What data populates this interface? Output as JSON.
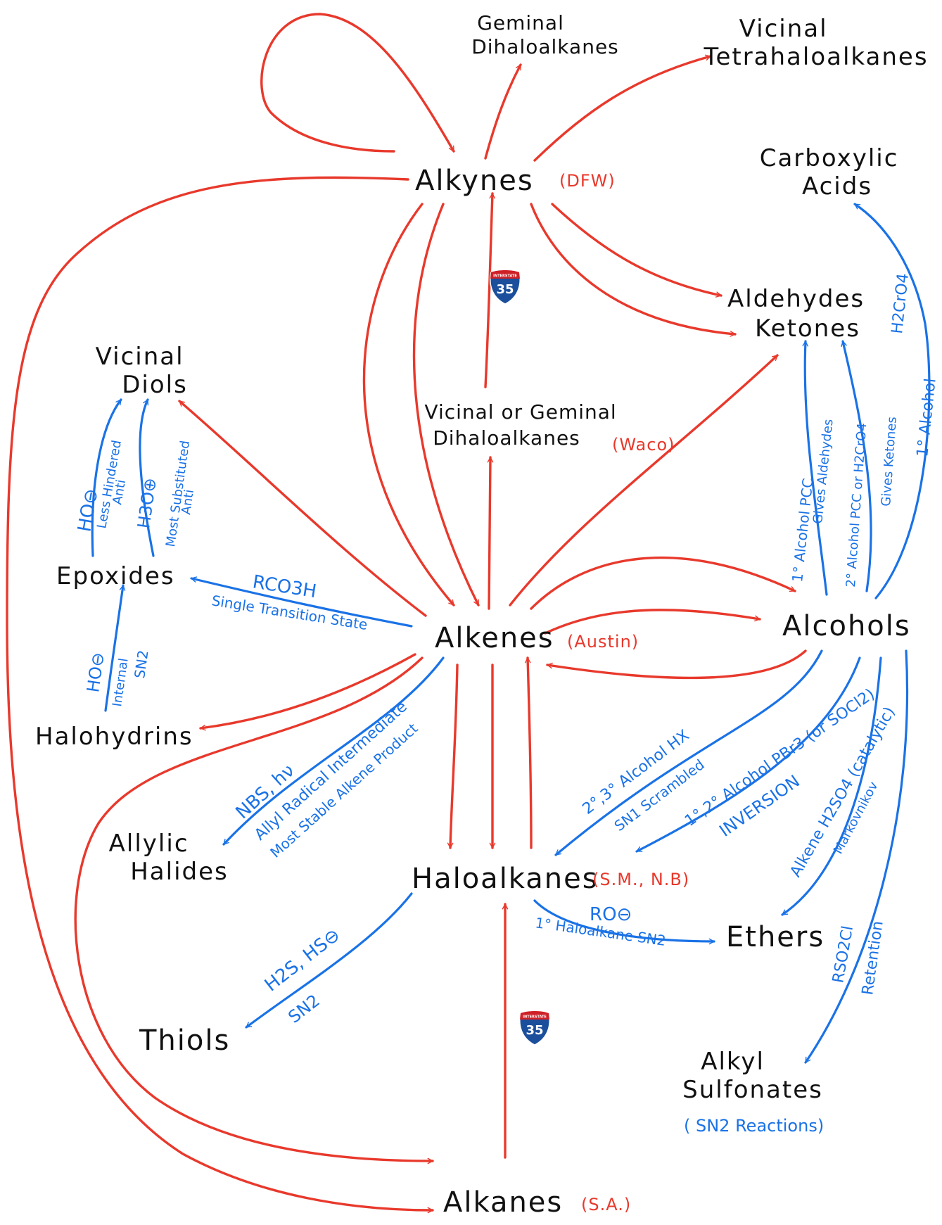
{
  "colors": {
    "ink": "#111111",
    "red": "#e8392c",
    "blue": "#1a72e6",
    "shield_blue": "#1b4f9c",
    "shield_red": "#cf2027"
  },
  "nodes": {
    "geminal_dihaloalkanes": [
      "Geminal",
      "Dihaloalkanes"
    ],
    "vicinal_tetrahaloalkanes": [
      "Vicinal",
      "Tetrahaloalkanes"
    ],
    "alkynes": "Alkynes",
    "carboxylic_acids": [
      "Carboxylic",
      "Acids"
    ],
    "aldehydes_ketones": [
      "Aldehydes",
      "Ketones"
    ],
    "vicinal_diols": [
      "Vicinal",
      "Diols"
    ],
    "vicinal_geminal_dihaloalkanes": [
      "Vicinal or Geminal",
      "Dihaloalkanes"
    ],
    "epoxides": "Epoxides",
    "alkenes": "Alkenes",
    "alcohols": "Alcohols",
    "halohydrins": "Halohydrins",
    "allylic_halides": [
      "Allylic",
      "Halides"
    ],
    "haloalkanes": "Haloalkanes",
    "ethers": "Ethers",
    "thiols": "Thiols",
    "alkyl_sulfonates": [
      "Alkyl",
      "Sulfonates"
    ],
    "sn2_note": "( SN2 Reactions)",
    "alkanes": "Alkanes"
  },
  "cities": {
    "alkynes": "(DFW)",
    "dihalo": "(Waco)",
    "alkenes": "(Austin)",
    "haloalkanes": "(S.M., N.B)",
    "alkanes": "(S.A.)"
  },
  "shields": {
    "top": "INTERSTATE",
    "number": "35"
  },
  "reagents": {
    "epox_to_diol_left": {
      "reagent": "HO⊖",
      "note": [
        "Less Hindered",
        "Anti"
      ]
    },
    "epox_to_diol_right": {
      "reagent": "H3O⊕",
      "note": [
        "Most Substituted",
        "Anti"
      ]
    },
    "alkene_to_epoxide": {
      "reagent": "RCO3H",
      "note": "Single Transition State"
    },
    "halohydrin_to_epoxide": {
      "reagent": "HO⊖",
      "note": [
        "Internal",
        "SN2"
      ]
    },
    "alkene_to_allylic": {
      "reagent": "NBS, hν",
      "note": [
        "Allyl Radical Intermediate",
        "Most Stable Alkene Product"
      ]
    },
    "alcohol_to_halo_hx": {
      "reagent": "2°,3° Alcohol   HX",
      "note": "SN1   Scrambled"
    },
    "alcohol_to_halo_pbr3": {
      "reagent": "1°,2° Alcohol   PBr3 (or SOCl2)",
      "note": "INVERSION"
    },
    "alkene_to_ether": {
      "reagent": "Alkene   H2SO4 (catalytic)",
      "note": "Markovnikov"
    },
    "alcohol_to_sulfonate": {
      "reagent": "RSO2Cl",
      "note": "Retention"
    },
    "halo_to_ether": {
      "reagent": "RO⊖",
      "note": "1° Haloalkane   SN2"
    },
    "halo_to_thiol": {
      "reagent": "H2S, HS⊖",
      "note": "SN2"
    },
    "alcohol_to_aldehyde": {
      "reagent": "1° Alcohol   PCC",
      "note": "Gives Aldehydes"
    },
    "alcohol_to_ketone": {
      "reagent": "2° Alcohol   PCC or H2CrO4",
      "note": "Gives Ketones"
    },
    "alcohol_to_acid": {
      "reagent": "H2CrO4",
      "note": "1° Alcohol"
    }
  }
}
